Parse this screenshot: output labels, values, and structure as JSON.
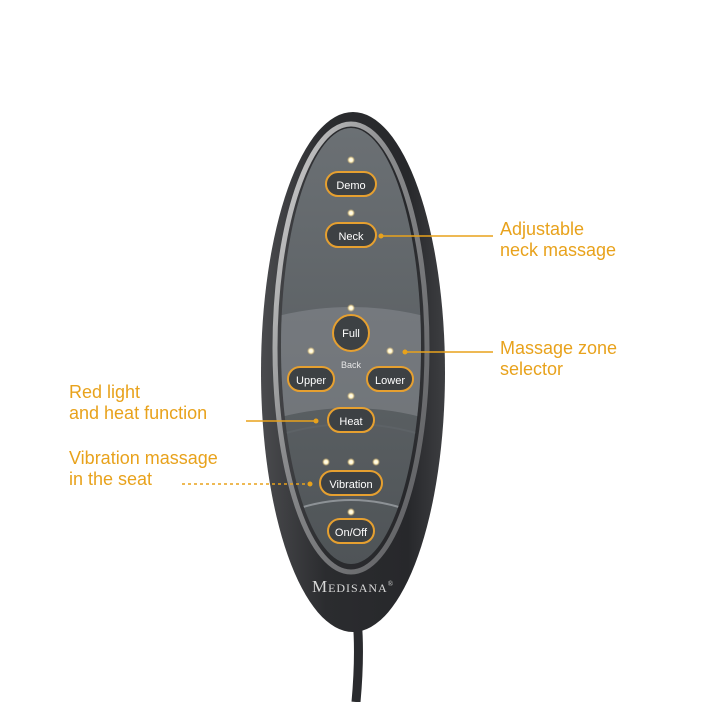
{
  "remote": {
    "buttons": {
      "demo": "Demo",
      "neck": "Neck",
      "full": "Full",
      "back": "Back",
      "upper": "Upper",
      "lower": "Lower",
      "heat": "Heat",
      "vibration": "Vibration",
      "onoff": "On/Off"
    },
    "brand": {
      "prefix": "M",
      "rest": "EDISANA",
      "mark": "®"
    }
  },
  "callouts": {
    "neck": {
      "line1": "Adjustable",
      "line2": "neck massage"
    },
    "zone": {
      "line1": "Massage zone",
      "line2": "selector"
    },
    "heat": {
      "line1": "Red light",
      "line2": "and heat function"
    },
    "vibration": {
      "line1": "Vibration massage",
      "line2": "in the seat"
    }
  },
  "colors": {
    "accent": "#e8a21c",
    "body": "#2e2f32",
    "face": "#5a5f63",
    "led": "#fff3c4"
  }
}
